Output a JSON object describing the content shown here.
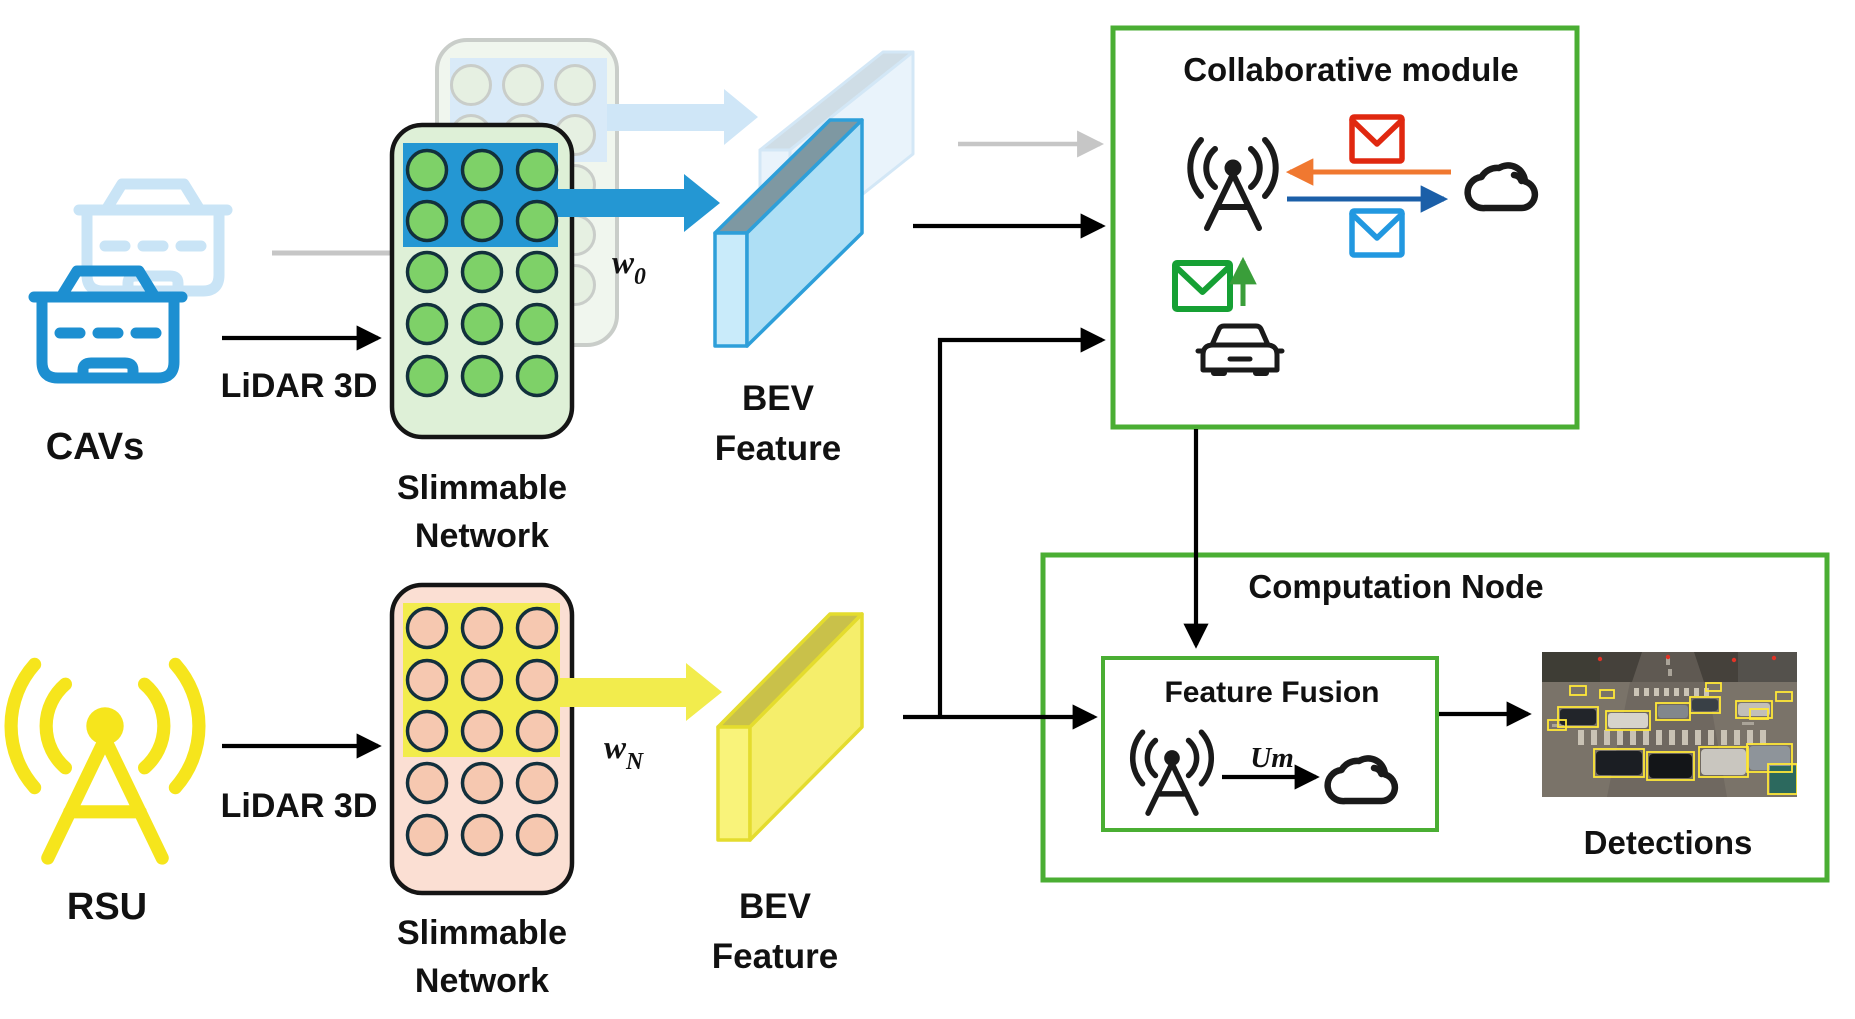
{
  "figure": {
    "cavs": {
      "label": "CAVs",
      "sensor_label": "LiDAR 3D",
      "network_line1": "Slimmable",
      "network_line2": "Network",
      "weight_base": "w",
      "weight_sub": "0",
      "bev_line1": "BEV",
      "bev_line2": "Feature",
      "icons": [
        "car-icon",
        "ghost-car-icon"
      ]
    },
    "rsu": {
      "label": "RSU",
      "sensor_label": "LiDAR 3D",
      "network_line1": "Slimmable",
      "network_line2": "Network",
      "weight_base": "w",
      "weight_sub": "N",
      "bev_line1": "BEV",
      "bev_line2": "Feature",
      "icons": [
        "antenna-icon"
      ]
    },
    "collaborative_module": {
      "title": "Collaborative module",
      "icons": [
        "antenna-icon",
        "cloud-icon",
        "red-envelope-icon",
        "blue-envelope-icon",
        "green-envelope-icon",
        "car-icon",
        "orange-left-arrow-icon",
        "blue-right-arrow-icon",
        "green-up-arrow-icon"
      ]
    },
    "computation_node": {
      "title": "Computation Node",
      "detections_label": "Detections",
      "feature_fusion": {
        "title": "Feature Fusion",
        "weight_label": "Um",
        "icons": [
          "antenna-icon",
          "cloud-icon",
          "right-arrow-icon"
        ]
      }
    }
  },
  "colors": {
    "text": "#111111",
    "cav_blue": "#1d8fd1",
    "ghost_blue": "#c9e4f6",
    "rsu_yellow": "#f6e51c",
    "net_green_fill": "#def0d7",
    "node_green": "#7ed168",
    "node_border": "#12303c",
    "net_pink_fill": "#fbdfd3",
    "node_pink": "#f6c8b0",
    "accent_blue": "#2497d3",
    "accent_yellow": "#f2ec4d",
    "bev_blue_face": "#aedff5",
    "bev_blue_side": "#c9ebfa",
    "bev_blue_top": "#7e98a2",
    "bev_blue_border": "#2e9fd9",
    "bev_yellow_face": "#f5ee6b",
    "bev_yellow_side": "#f9f37a",
    "bev_yellow_top": "#c9c14a",
    "bev_yellow_border": "#e4dc2e",
    "box_green": "#4aae33",
    "gray": "#c6c6c6",
    "ghost_fill": "#f0f6ee",
    "ghost_stroke": "#c9cdc9",
    "ghost_node": "#e6f0e2",
    "ghost_highlight": "#d9eaf8",
    "ghost_arrow": "#cfe6f7",
    "ghost_slab": "#e9f3fb",
    "ghost_slab_border": "#d3e7f6",
    "ghost_slab_top": "#cfdde6",
    "env_red": "#e02810",
    "env_blue": "#2298e0",
    "env_green": "#16a034",
    "arrow_orange": "#f07830",
    "arrow_dark_blue": "#1b5fa8",
    "arrow_green": "#3a9e3a"
  }
}
